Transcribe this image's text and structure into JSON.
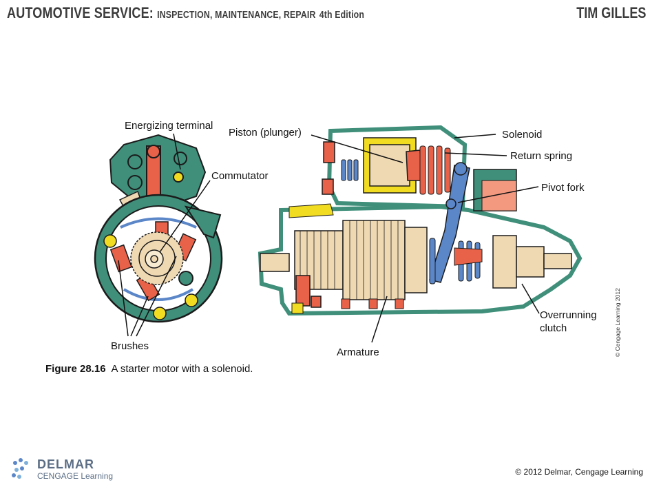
{
  "header": {
    "title_main": "AUTOMOTIVE SERVICE:",
    "title_sub": "INSPECTION, MAINTENANCE, REPAIR",
    "edition": "4th Edition",
    "author": "TIM GILLES"
  },
  "labels": {
    "energizing_terminal": "Energizing terminal",
    "commutator": "Commutator",
    "brushes": "Brushes",
    "piston_plunger": "Piston (plunger)",
    "solenoid": "Solenoid",
    "return_spring": "Return spring",
    "pivot_fork": "Pivot fork",
    "overrunning_line1": "Overrunning",
    "overrunning_line2": "clutch",
    "armature": "Armature"
  },
  "caption": {
    "figure_number": "Figure 28.16",
    "text": "A starter motor with a solenoid."
  },
  "credit_vertical": "© Cengage Learning 2012",
  "footer": {
    "copyright": "© 2012 Delmar, Cengage Learning",
    "logo_name": "DELMAR",
    "logo_sub": "CENGAGE Learning"
  },
  "colors": {
    "housing": "#3f8f7a",
    "orange": "#e8624a",
    "tan": "#efd9b3",
    "blue": "#5b86c8",
    "yellow": "#f2dc22"
  }
}
